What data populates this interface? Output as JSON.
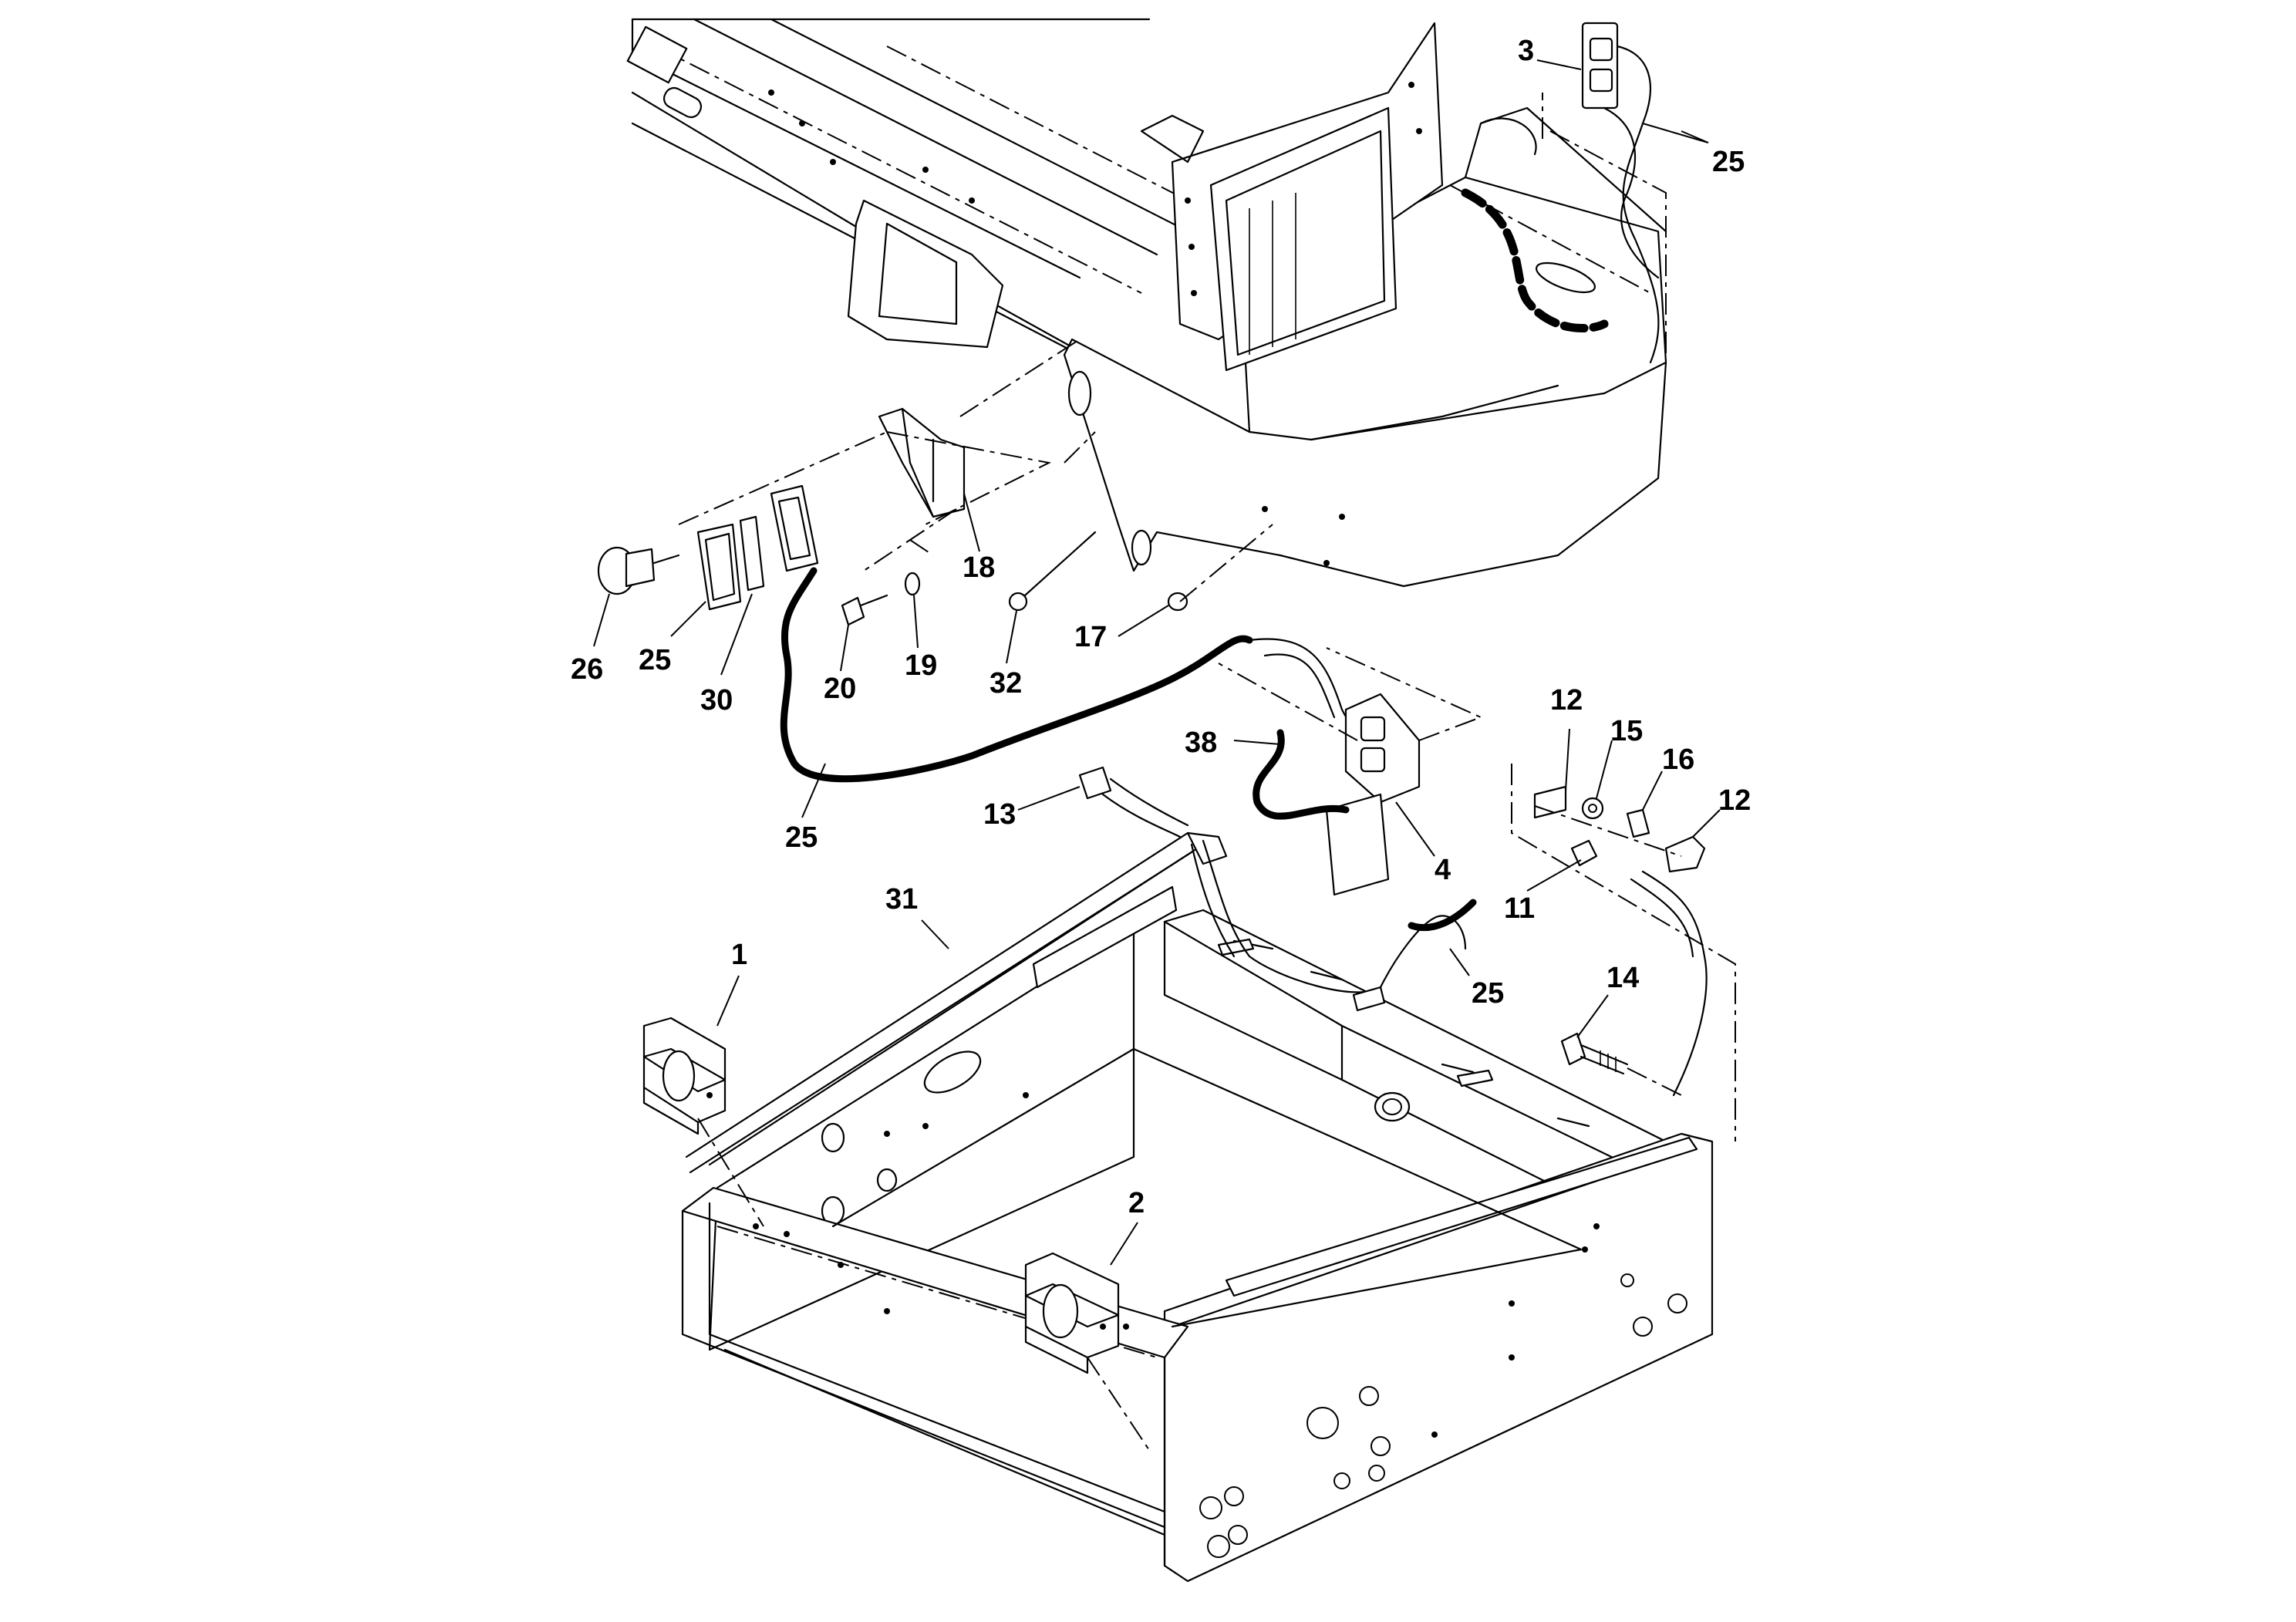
{
  "diagram": {
    "callouts": [
      {
        "id": "c3",
        "text": "3"
      },
      {
        "id": "c25a",
        "text": "25"
      },
      {
        "id": "c18",
        "text": "18"
      },
      {
        "id": "c26",
        "text": "26"
      },
      {
        "id": "c25b",
        "text": "25"
      },
      {
        "id": "c30",
        "text": "30"
      },
      {
        "id": "c20",
        "text": "20"
      },
      {
        "id": "c19",
        "text": "19"
      },
      {
        "id": "c32",
        "text": "32"
      },
      {
        "id": "c17",
        "text": "17"
      },
      {
        "id": "c38",
        "text": "38"
      },
      {
        "id": "c25c",
        "text": "25"
      },
      {
        "id": "c13",
        "text": "13"
      },
      {
        "id": "c4",
        "text": "4"
      },
      {
        "id": "c12a",
        "text": "12"
      },
      {
        "id": "c15",
        "text": "15"
      },
      {
        "id": "c16",
        "text": "16"
      },
      {
        "id": "c12b",
        "text": "12"
      },
      {
        "id": "c11",
        "text": "11"
      },
      {
        "id": "c31",
        "text": "31"
      },
      {
        "id": "c1",
        "text": "1"
      },
      {
        "id": "c25d",
        "text": "25"
      },
      {
        "id": "c14",
        "text": "14"
      },
      {
        "id": "c2",
        "text": "2"
      }
    ]
  }
}
